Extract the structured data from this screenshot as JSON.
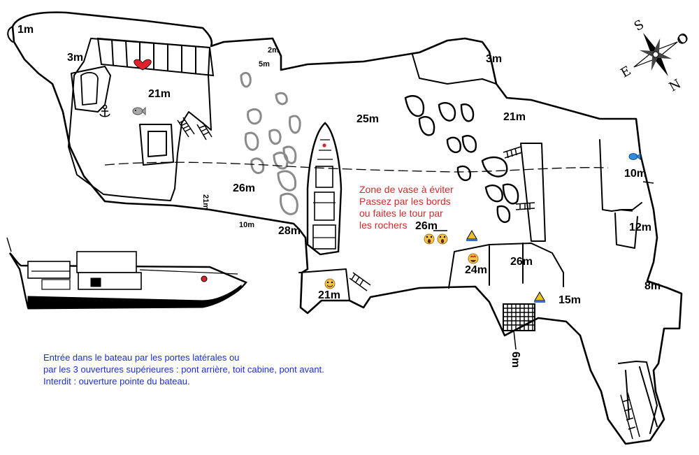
{
  "depths": {
    "d1": "1m",
    "d2": "3m",
    "d3": "21m",
    "d4": "2m",
    "d5": "5m",
    "d6": "3m",
    "d7": "25m",
    "d8": "21m",
    "d9": "26m",
    "d10": "10m",
    "d11": "21m",
    "d12": "10m",
    "d13": "28m",
    "d14": "26m",
    "d15": "12m",
    "d16": "24m",
    "d17": "26m",
    "d18": "8m",
    "d19": "21m",
    "d20": "15m",
    "d21": "6m"
  },
  "compass": {
    "n": "N",
    "s": "S",
    "e": "E",
    "w": "O"
  },
  "notes": {
    "mud_zone": [
      "Zone de vase à éviter",
      "Passez par les bords",
      "ou faites le tour par",
      "les rochers"
    ],
    "entry_info": [
      "Entrée dans le bateau par les portes latérales ou",
      "par les 3 ouvertures supérieures : pont arrière, toit cabine, pont avant.",
      "Interdit : ouverture pointe du bateau."
    ]
  },
  "colors": {
    "mud_note": "#d22a2a",
    "entry_note": "#1b2fd6",
    "outline": "#000000",
    "rock": "#8a8a8a"
  },
  "icons": {
    "heart": "heart-icon",
    "anchor": "anchor-icon",
    "fish_gray": "fish-icon",
    "fish_blue": "fish-icon",
    "warning": "warning-icon",
    "face": "face-emoji-icon"
  }
}
